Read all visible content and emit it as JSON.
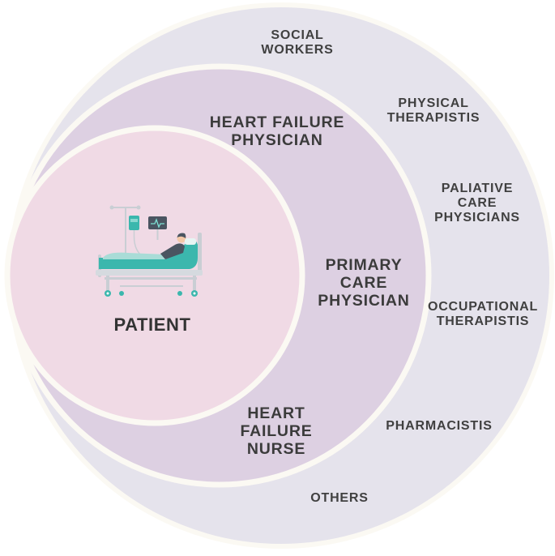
{
  "diagram": {
    "center": {
      "label": "PATIENT",
      "icon": "hospital-bed-patient-icon"
    },
    "middle_ring": {
      "labels": [
        {
          "key": "hf_physician",
          "lines": [
            "HEART FAILURE",
            "PHYSICIAN"
          ]
        },
        {
          "key": "pcp",
          "lines": [
            "PRIMARY",
            "CARE",
            "PHYSICIAN"
          ]
        },
        {
          "key": "hf_nurse",
          "lines": [
            "HEART",
            "FAILURE",
            "NURSE"
          ]
        }
      ]
    },
    "outer_ring": {
      "labels": [
        {
          "key": "social_workers",
          "lines": [
            "SOCIAL",
            "WORKERS"
          ]
        },
        {
          "key": "physical_therapists",
          "lines": [
            "PHYSICAL",
            "THERAPISTIS"
          ]
        },
        {
          "key": "palliative",
          "lines": [
            "PALIATIVE",
            "CARE",
            "PHYSICIANS"
          ]
        },
        {
          "key": "occupational",
          "lines": [
            "OCCUPATIONAL",
            "THERAPISTIS"
          ]
        },
        {
          "key": "pharmacists",
          "lines": [
            "PHARMACISTIS"
          ]
        },
        {
          "key": "others",
          "lines": [
            "OTHERS"
          ]
        }
      ]
    },
    "colors": {
      "outer_fill": "#e5e3ec",
      "middle_fill": "#ddd0e2",
      "inner_fill": "#f0dae5",
      "ring_stroke": "#fbf9f3",
      "bed_teal": "#3bb7ad",
      "bed_gray": "#c9ced4",
      "monitor": "#4a5561"
    }
  }
}
